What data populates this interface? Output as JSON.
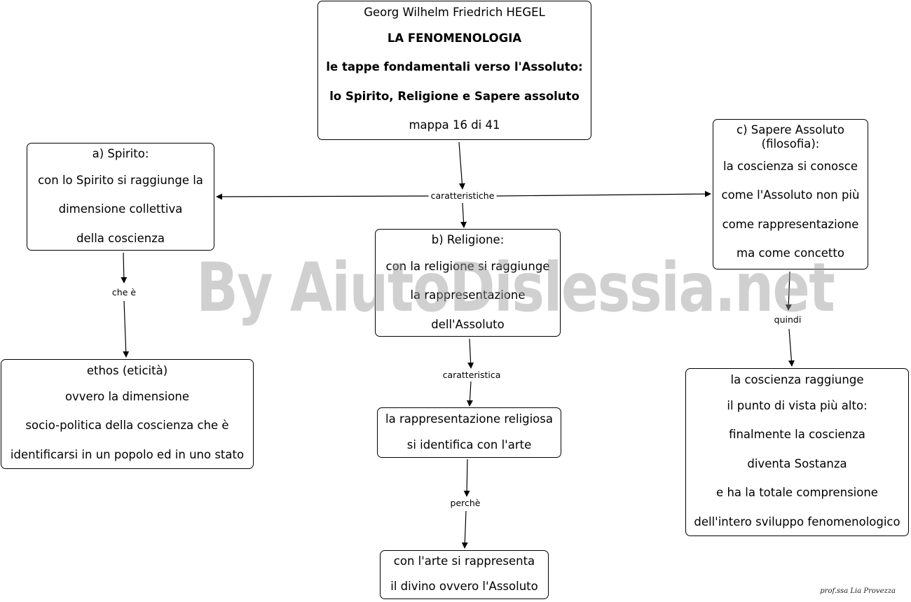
{
  "root": {
    "lines": [
      "Georg Wilhelm Friedrich HEGEL",
      "LA FENOMENOLOGIA",
      "le tappe fondamentali verso l'Assoluto:",
      "lo Spirito, Religione e Sapere assoluto",
      "mappa 16 di 41"
    ]
  },
  "spirito": {
    "lines": [
      "a) Spirito:",
      "con lo Spirito si raggiunge la",
      "dimensione collettiva",
      "della coscienza"
    ]
  },
  "religione": {
    "lines": [
      "b) Religione:",
      "con la religione si raggiunge",
      "la rappresentazione",
      "dell'Assoluto"
    ]
  },
  "sapere": {
    "lines": [
      "c) Sapere Assoluto",
      "(filosofia):",
      "la coscienza si conosce",
      "come l'Assoluto non più",
      "come rappresentazione",
      "ma come concetto"
    ]
  },
  "ethos": {
    "lines": [
      "ethos (eticità)",
      "ovvero la dimensione",
      "socio-politica della coscienza che è",
      "identificarsi in un popolo ed in uno stato"
    ]
  },
  "rappresentazione": {
    "lines": [
      "la rappresentazione religiosa",
      "si identifica con l'arte"
    ]
  },
  "arte": {
    "lines": [
      "con l'arte si rappresenta",
      "il divino ovvero l'Assoluto"
    ]
  },
  "coscienza": {
    "lines": [
      "la coscienza raggiunge",
      "il punto di vista più alto:",
      "finalmente la coscienza",
      "diventa Sostanza",
      "e ha la totale comprensione",
      "dell'intero sviluppo fenomenologico"
    ]
  },
  "links": {
    "caratteristiche": "caratteristiche",
    "che_e": "che è",
    "caratteristica": "caratteristica",
    "perche": "perchè",
    "quindi": "quindi"
  },
  "watermark": "By AiutoDislessia.net",
  "signature": "prof.ssa Lia Provezza"
}
